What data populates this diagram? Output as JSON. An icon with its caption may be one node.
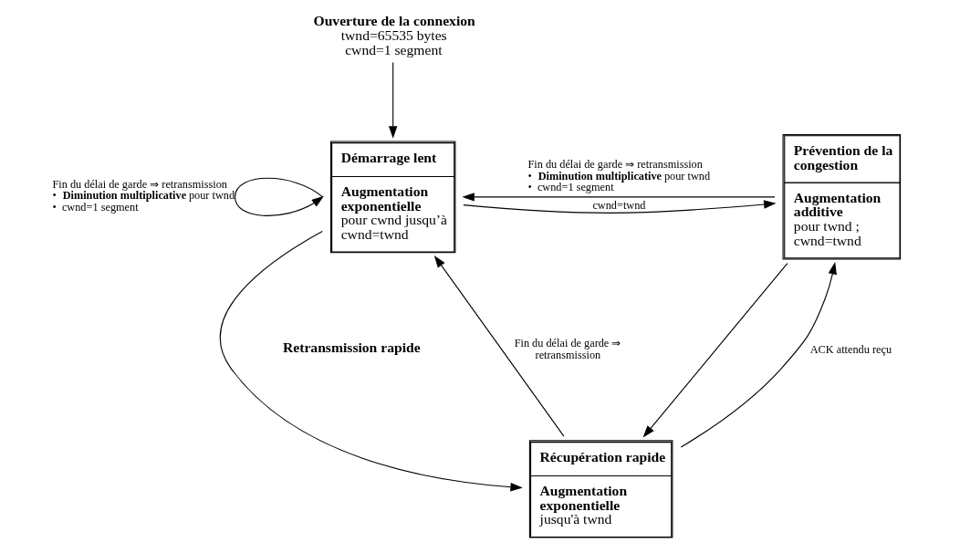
{
  "diagram": {
    "nodes": [
      {
        "text": [
          "Ouverture de la connexion",
          "twnd=65535 bytes",
          "cwnd=1 segment"
        ]
      },
      {
        "text": [
          "Démarrage lent",
          "**Augmentation exponentielle** pour cwnd jusqu’à cwnd=twnd"
        ]
      },
      {
        "text": [
          "Prévention de la congestion",
          "**Augmentation additive** pour twnd ; cwnd=twnd"
        ]
      },
      {
        "text": [
          "Récupération rapide",
          "**Augmentation exponentielle** jusqu'à twnd"
        ]
      }
    ],
    "edges": [
      {
        "from": 0,
        "to": 1,
        "arrow": "to"
      },
      {
        "from": 2,
        "to": 1,
        "arrow": "to",
        "label": "Fin du délai de garde ⇒ retransmission • **Diminution multiplicative** pour twnd • cwnd=1 segment"
      },
      {
        "from": 1,
        "to": 1,
        "arrow": "to",
        "label": "Fin du délai de garde ⇒ retransmission • **Diminution multiplicative** pour twnd • cwnd=1 segment"
      },
      {
        "from": 1,
        "to": 2,
        "arrow": "to",
        "label": "cwnd=twnd"
      },
      {
        "from": 1,
        "to": 3,
        "arrow": "to"
      },
      {
        "from": 2,
        "to": 3,
        "arrow": "to"
      },
      {
        "from": 3,
        "to": 1,
        "arrow": "to",
        "label": "Fin du délai de garde ⇒ retransmission"
      },
      {
        "from": 3,
        "to": 2,
        "arrow": "to",
        "label": "ACK attendu reçu"
      }
    ],
    "labels": [
      "Retransmission rapide"
    ]
  }
}
